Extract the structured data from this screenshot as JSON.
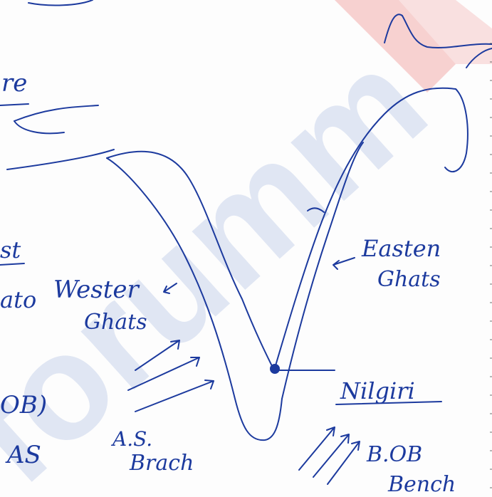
{
  "watermark": {
    "text": "forumm",
    "letters_color": "#1e4fb0",
    "accent_color": "#e8615d"
  },
  "sketch": {
    "ink_color": "#1c3a9e",
    "labels": {
      "top_left_fragment": "re",
      "left_fragment_1": "st",
      "left_fragment_2": "ato",
      "left_fragment_3": "OB)",
      "left_fragment_4": "AS",
      "western_ghats_line1": "Wester",
      "western_ghats_line2": "Ghats",
      "eastern_ghats_line1": "Easten",
      "eastern_ghats_line2": "Ghats",
      "nilgiri": "Nilgiri",
      "as_branch_line1": "A.S.",
      "as_branch_line2": "Brach",
      "bob_branch_line1": "B.OB",
      "bob_branch_line2": "Bench"
    }
  }
}
